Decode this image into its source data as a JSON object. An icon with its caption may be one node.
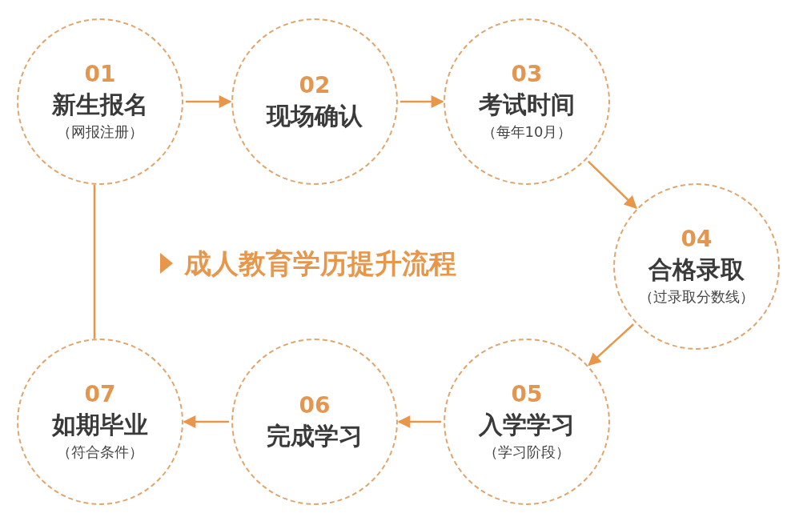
{
  "diagram": {
    "title": "成人教育学历提升流程",
    "nodes": [
      {
        "text": [
          "01",
          "新生报名",
          "（网报注册）"
        ]
      },
      {
        "text": [
          "02",
          "现场确认"
        ]
      },
      {
        "text": [
          "03",
          "考试时间",
          "（每年10月）"
        ]
      },
      {
        "text": [
          "04",
          "合格录取",
          "（过录取分数线）"
        ]
      },
      {
        "text": [
          "05",
          "入学学习",
          "（学习阶段）"
        ]
      },
      {
        "text": [
          "06",
          "完成学习"
        ]
      },
      {
        "text": [
          "07",
          "如期毕业",
          "（符合条件）"
        ]
      }
    ],
    "edges": [
      {
        "from": 0,
        "to": 1,
        "arrow": "to"
      },
      {
        "from": 1,
        "to": 2,
        "arrow": "to"
      },
      {
        "from": 2,
        "to": 3,
        "arrow": "to"
      },
      {
        "from": 3,
        "to": 4,
        "arrow": "to"
      },
      {
        "from": 4,
        "to": 5,
        "arrow": "to"
      },
      {
        "from": 5,
        "to": 6,
        "arrow": "to"
      },
      {
        "from": 6,
        "to": 0,
        "arrow": "none"
      }
    ]
  }
}
